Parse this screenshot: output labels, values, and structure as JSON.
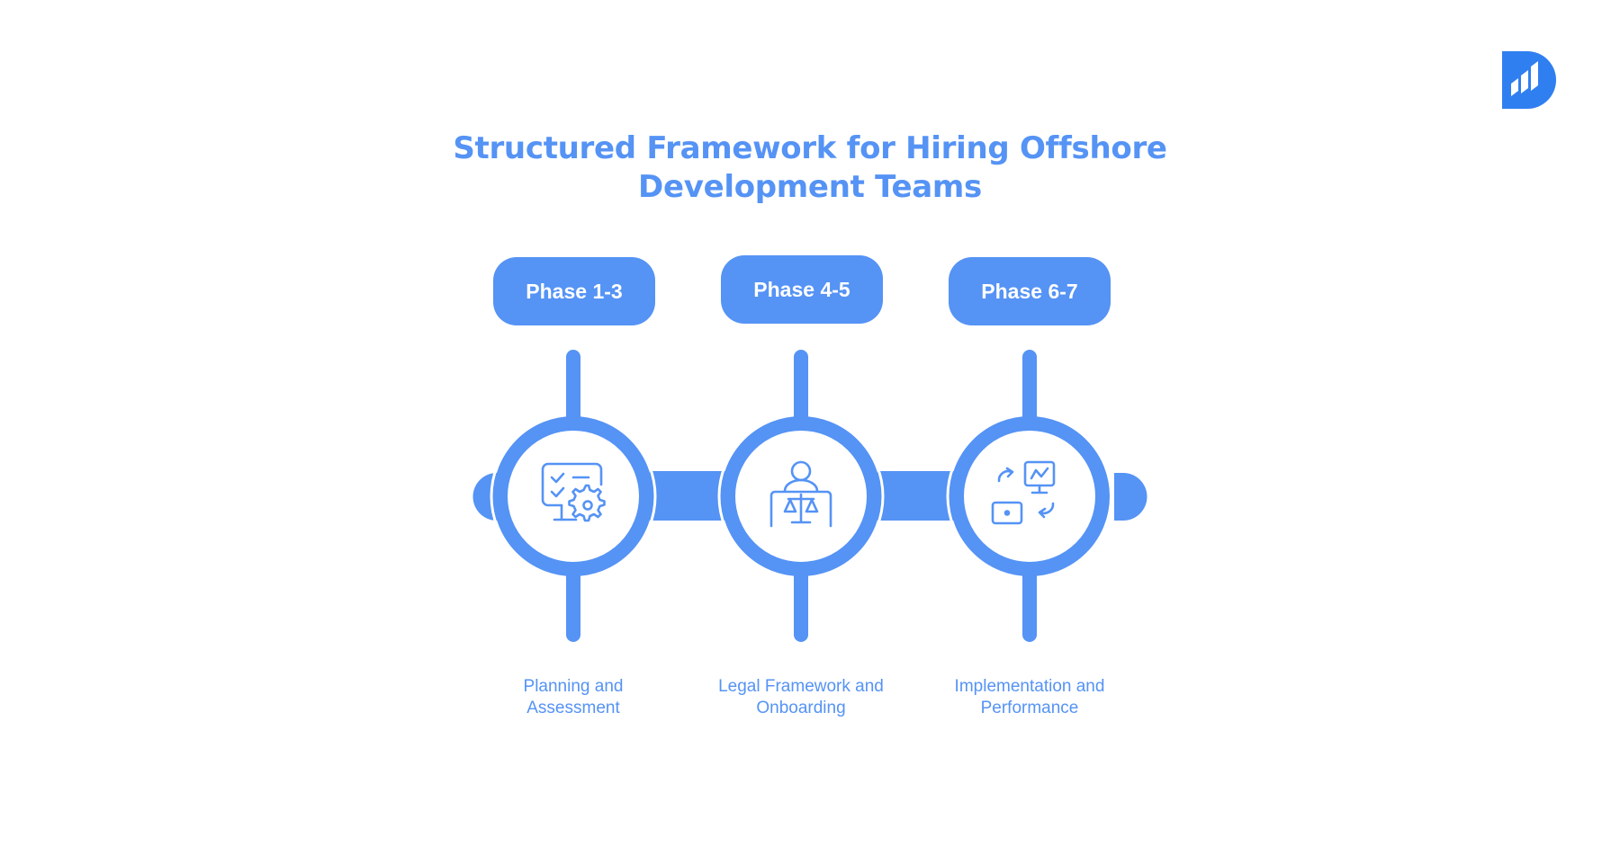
{
  "brand": {
    "logo_icon": "brand-d-logo-icon",
    "accent_color": "#5593f5",
    "logo_color": "#2f7ff0"
  },
  "title": {
    "line1": "Structured Framework for Hiring Offshore",
    "line2": "Development Teams"
  },
  "phases": [
    {
      "label": "Phase 1-3",
      "caption_line1": "Planning and",
      "caption_line2": "Assessment",
      "icon": "monitor-checklist-gear-icon"
    },
    {
      "label": "Phase 4-5",
      "caption_line1": "Legal Framework and",
      "caption_line2": "Onboarding",
      "icon": "person-scales-of-justice-icon"
    },
    {
      "label": "Phase 6-7",
      "caption_line1": "Implementation and",
      "caption_line2": "Performance",
      "icon": "monitor-exchange-arrows-icon"
    }
  ]
}
